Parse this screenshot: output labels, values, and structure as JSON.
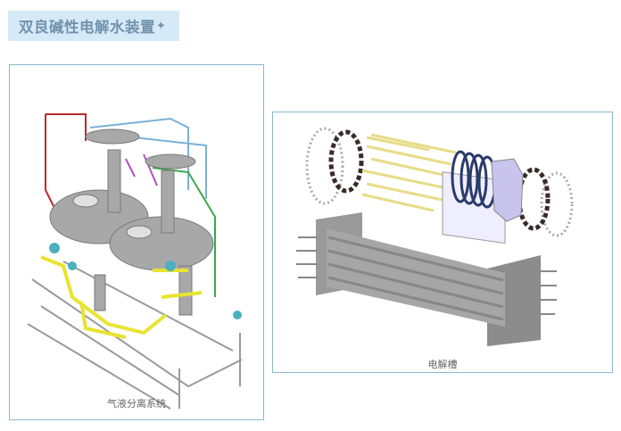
{
  "title": {
    "text": "双良碱性电解水装置",
    "star_icon": "sparkle-icon"
  },
  "figures": [
    {
      "caption": "气液分离系统"
    },
    {
      "caption": "电解槽"
    }
  ]
}
